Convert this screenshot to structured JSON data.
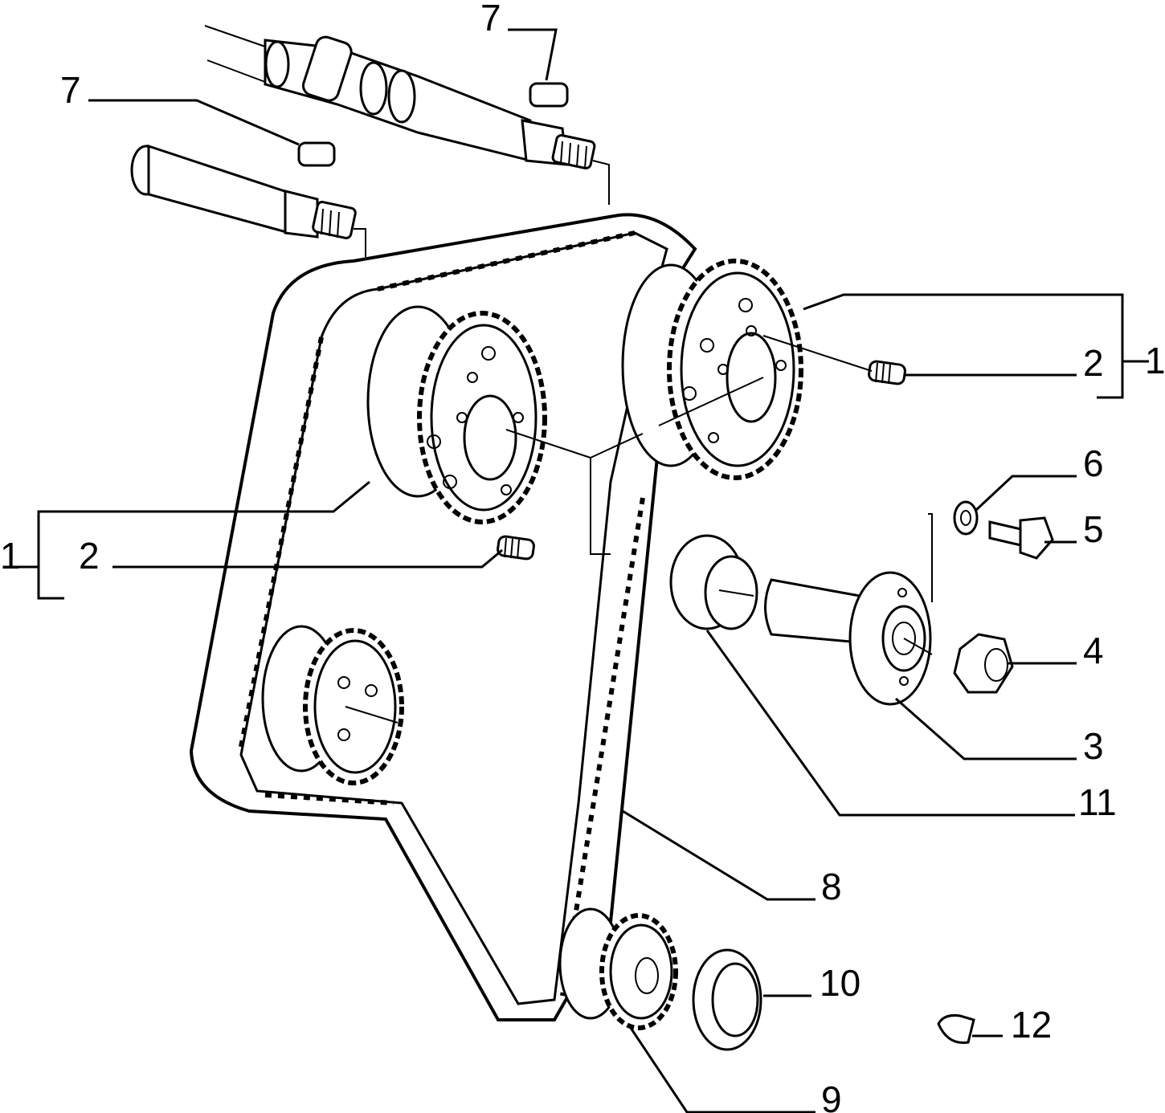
{
  "diagram": {
    "colors": {
      "ink": "#000000",
      "paper": "#ffffff"
    },
    "callouts": [
      {
        "id": "7a",
        "text": "7"
      },
      {
        "id": "7b",
        "text": "7"
      },
      {
        "id": "1r",
        "text": "1"
      },
      {
        "id": "2r",
        "text": "2"
      },
      {
        "id": "6",
        "text": "6"
      },
      {
        "id": "5",
        "text": "5"
      },
      {
        "id": "1l",
        "text": "1"
      },
      {
        "id": "2l",
        "text": "2"
      },
      {
        "id": "4",
        "text": "4"
      },
      {
        "id": "3",
        "text": "3"
      },
      {
        "id": "11",
        "text": "11"
      },
      {
        "id": "8",
        "text": "8"
      },
      {
        "id": "10",
        "text": "10"
      },
      {
        "id": "12",
        "text": "12"
      },
      {
        "id": "9",
        "text": "9"
      }
    ]
  }
}
